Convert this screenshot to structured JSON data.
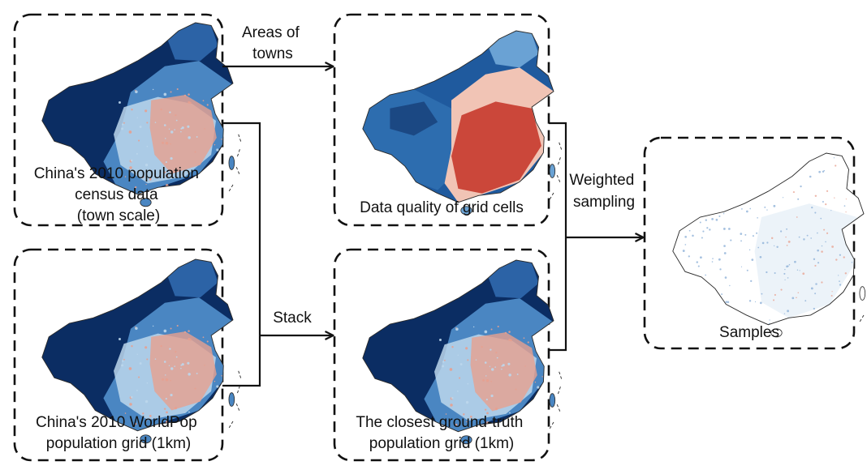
{
  "boxes": {
    "census": {
      "caption": [
        "China's 2010 population",
        "census data",
        "(town scale)"
      ],
      "map_style": "dark-blue-west-mixed-east",
      "colors": {
        "dark": "#0b2d63",
        "mid": "#4a86c2",
        "light": "#bcd7ec",
        "warm": "#e7a08f"
      }
    },
    "worldpop": {
      "caption": [
        "China's 2010 WorldPop",
        "population grid (1km)"
      ],
      "map_style": "dark-blue-west-mixed-east",
      "colors": {
        "dark": "#0b2d63",
        "mid": "#4a86c2",
        "light": "#bcd7ec",
        "warm": "#e7a08f"
      }
    },
    "quality": {
      "caption": [
        "Data quality of grid cells"
      ],
      "map_style": "blue-west-red-east",
      "colors": {
        "dark": "#1f5a9e",
        "mid": "#6aa2d4",
        "light": "#f1c4b5",
        "warm": "#c63a2c"
      }
    },
    "closest": {
      "caption": [
        "The closest ground-truth",
        "population grid (1km)"
      ],
      "map_style": "dark-blue-west-mixed-east",
      "colors": {
        "dark": "#0b2d63",
        "mid": "#4a86c2",
        "light": "#bcd7ec",
        "warm": "#e7a08f"
      }
    },
    "samples": {
      "caption": [
        "Samples"
      ],
      "map_style": "sparse-points-on-white",
      "colors": {
        "dark": "#ffffff",
        "mid": "#8fb2d8",
        "light": "#dde9f4",
        "warm": "#e8a595"
      }
    }
  },
  "arrows": {
    "areas_of_towns": [
      "Areas of",
      "towns"
    ],
    "stack": [
      "Stack"
    ],
    "weighted_sampling": [
      "Weighted",
      "sampling"
    ]
  },
  "colors": {
    "border": "#111111",
    "outline": "#2a2a2a"
  }
}
